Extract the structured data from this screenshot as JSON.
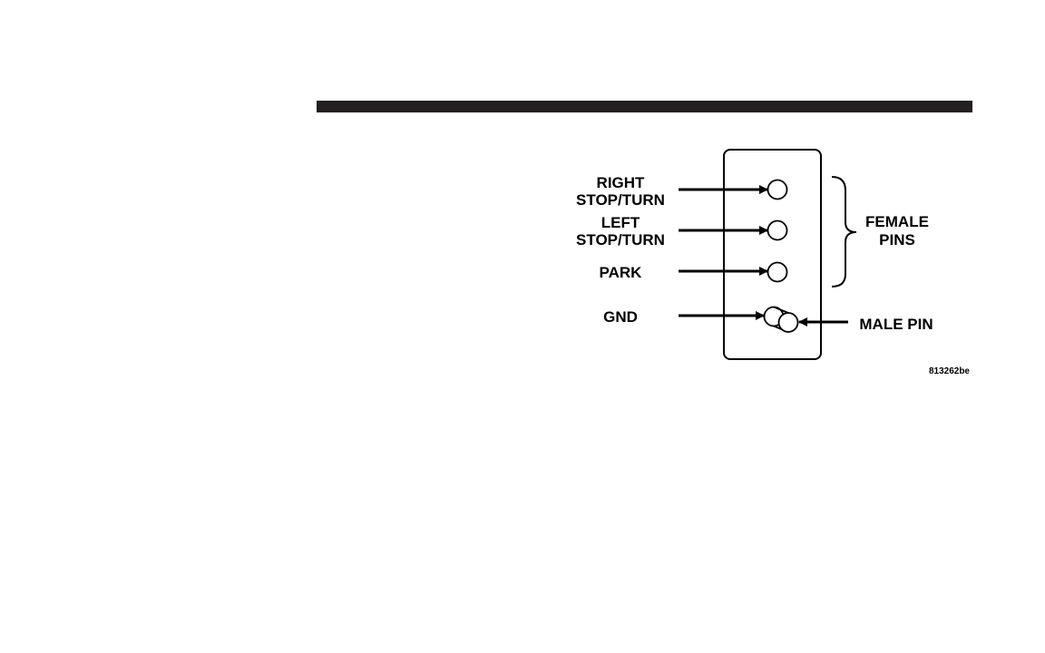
{
  "diagram": {
    "pin_labels": {
      "right_line1": "RIGHT",
      "right_line2": "STOP/TURN",
      "left_line1": "LEFT",
      "left_line2": "STOP/TURN",
      "park": "PARK",
      "gnd": "GND"
    },
    "group_label": {
      "line1": "FEMALE",
      "line2": "PINS"
    },
    "male_pin_label": "MALE PIN",
    "figure_code": "813262be"
  }
}
